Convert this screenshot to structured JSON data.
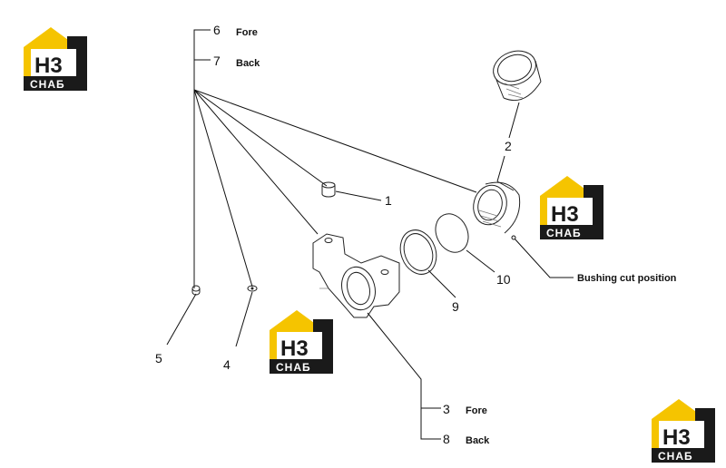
{
  "colors": {
    "logo_yellow": "#f5c400",
    "logo_dark": "#1a1a1a",
    "line": "#111111"
  },
  "logo": {
    "line1": "H3",
    "line2": "CHAБ"
  },
  "callouts": {
    "c1": "1",
    "c2": "2",
    "c3": "3",
    "c4": "4",
    "c5": "5",
    "c6": "6",
    "c7": "7",
    "c8": "8",
    "c9": "9",
    "c10": "10"
  },
  "labels": {
    "fore_top": "Fore",
    "back_top": "Back",
    "fore_bottom": "Fore",
    "back_bottom": "Back",
    "bushing_cut": "Bushing cut  position"
  }
}
